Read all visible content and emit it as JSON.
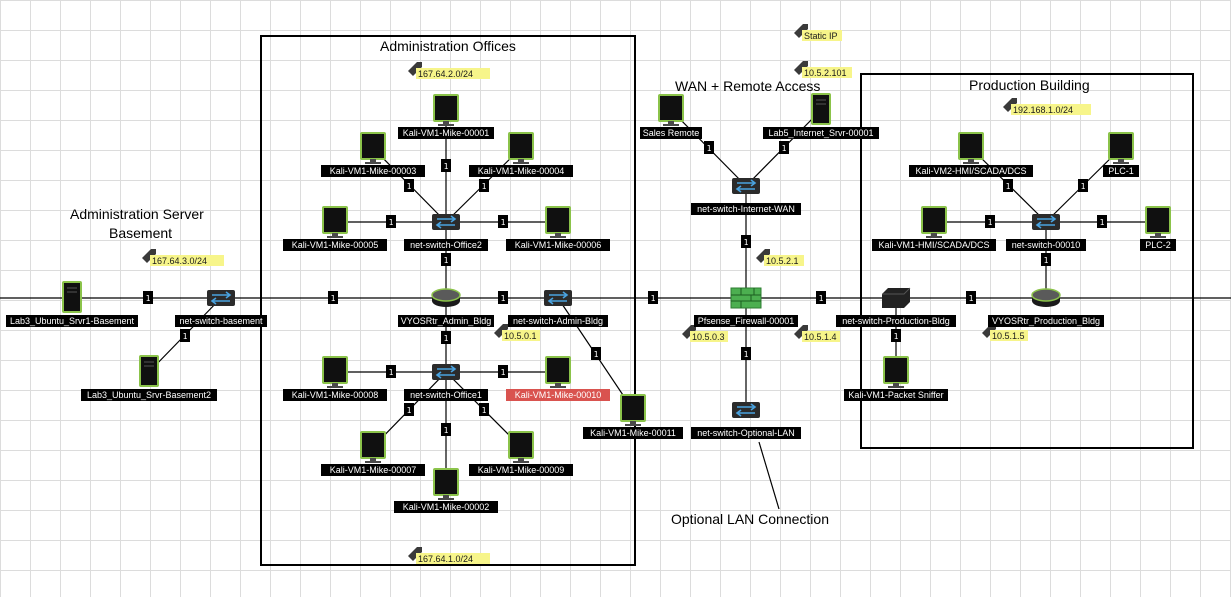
{
  "colors": {
    "accent_green": "#8bc34a",
    "link_line": "#000000",
    "ip_highlight": "#f7f58a",
    "alert_label": "#d9534f",
    "grid": "#dcdcdc"
  },
  "areas": {
    "admin_offices": "Administration Offices",
    "production": "Production Building",
    "wan": "WAN + Remote Access",
    "server_basement_line1": "Administration Server",
    "server_basement_line2": "Basement",
    "optional_lan": "Optional LAN Connection"
  },
  "subnets": {
    "admin_office2": "167.64.2.0/24",
    "admin_office1": "167.64.1.0/24",
    "basement": "167.64.3.0/24",
    "production": "192.168.1.0/24",
    "static_ip": "Static IP",
    "wan_outer": "10.5.2.101",
    "wan_inner": "10.5.2.1",
    "fw_admin": "10.5.0.3",
    "fw_prod": "10.5.1.4",
    "admin_router": "10.5.0.1",
    "prod_router": "10.5.1.5"
  },
  "link_badge": "1",
  "nodes": {
    "n00001": "Kali-VM1-Mike-00001",
    "n00003": "Kali-VM1-Mike-00003",
    "n00004": "Kali-VM1-Mike-00004",
    "n00005": "Kali-VM1-Mike-00005",
    "n00006": "Kali-VM1-Mike-00006",
    "sw_office2": "net-switch-Office2",
    "rtr_admin": "VYOSRtr_Admin_Bldg",
    "sw_admin": "net-switch-Admin-Bldg",
    "sw_office1": "net-switch-Office1",
    "n00008": "Kali-VM1-Mike-00008",
    "n00010": "Kali-VM1-Mike-00010",
    "n00007": "Kali-VM1-Mike-00007",
    "n00009": "Kali-VM1-Mike-00009",
    "n00002": "Kali-VM1-Mike-00002",
    "n00011": "Kali-VM1-Mike-00011",
    "srv1": "Lab3_Ubuntu_Srvr1-Basement",
    "srv2": "Lab3_Ubuntu_Srvr-Basement2",
    "sw_basement": "net-switch-basement",
    "sales": "Sales Remote",
    "internet_srv": "Lab5_Internet_Srvr-00001",
    "sw_wan": "net-switch-Internet-WAN",
    "firewall": "Pfsense_Firewall-00001",
    "sw_optional": "net-switch-Optional-LAN",
    "hmi2": "Kali-VM2-HMI/SCADA/DCS",
    "plc1": "PLC-1",
    "hmi1": "Kali-VM1-HMI/SCADA/DCS",
    "sw_00010": "net-switch-00010",
    "plc2": "PLC-2",
    "sw_prod": "net-switch-Production-Bldg",
    "rtr_prod": "VYOSRtr_Production_Bldg",
    "sniffer": "Kali-VM1-Packet Sniffer"
  }
}
